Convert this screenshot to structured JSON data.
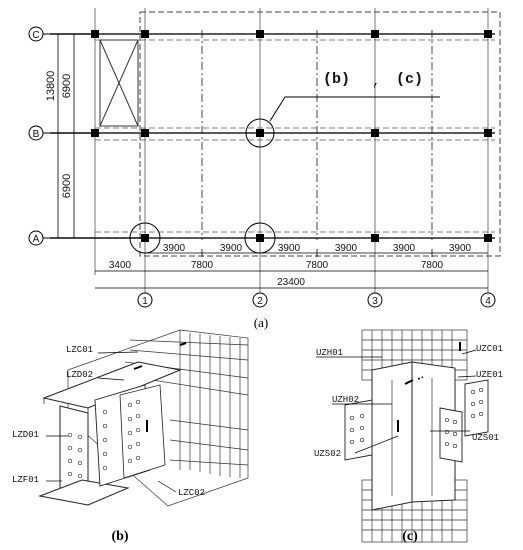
{
  "plan": {
    "caption": "(a)",
    "axes_horizontal": [
      "C",
      "B",
      "A"
    ],
    "axes_vertical": [
      "1",
      "2",
      "3",
      "4"
    ],
    "left_dims": {
      "span_ab": "6900",
      "span_bc": "6900",
      "total": "13800"
    },
    "bottom_dims_row1": [
      "3900",
      "3900",
      "3900",
      "3900",
      "3900",
      "3900"
    ],
    "bottom_dims_row2": [
      "3400",
      "7800",
      "7800",
      "7800"
    ],
    "bottom_dims_total": "23400",
    "callout": {
      "b": "(b)",
      "sep": ",",
      "c": "(c)"
    }
  },
  "detail_b": {
    "caption": "(b)",
    "labels": {
      "lzc01": "LZC01",
      "lzd02": "LZD02",
      "lzd01": "LZD01",
      "lzf01": "LZF01",
      "lzc02": "LZC02"
    }
  },
  "detail_c": {
    "caption": "(c)",
    "labels": {
      "uzh01": "UZH01",
      "uzc01": "UZC01",
      "uze01": "UZE01",
      "uzh02": "UZH02",
      "uzs01": "UZS01",
      "uzs02": "UZS02"
    }
  }
}
